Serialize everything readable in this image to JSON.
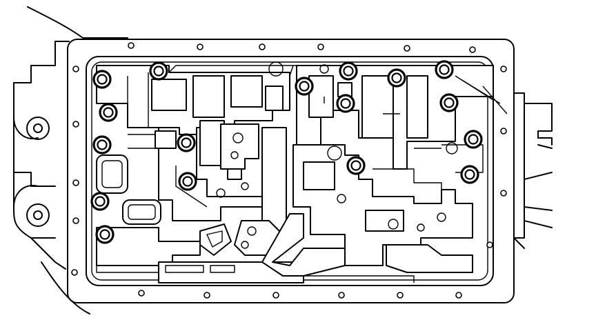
{
  "diagram": {
    "type": "line-drawing",
    "subject": "valve-body-bolts",
    "stroke_color": "#000000",
    "background_color": "#ffffff",
    "bolt_count": 17,
    "bolt_icon": "bolt-head-icon",
    "pan_hole_icon": "mounting-hole-icon"
  }
}
